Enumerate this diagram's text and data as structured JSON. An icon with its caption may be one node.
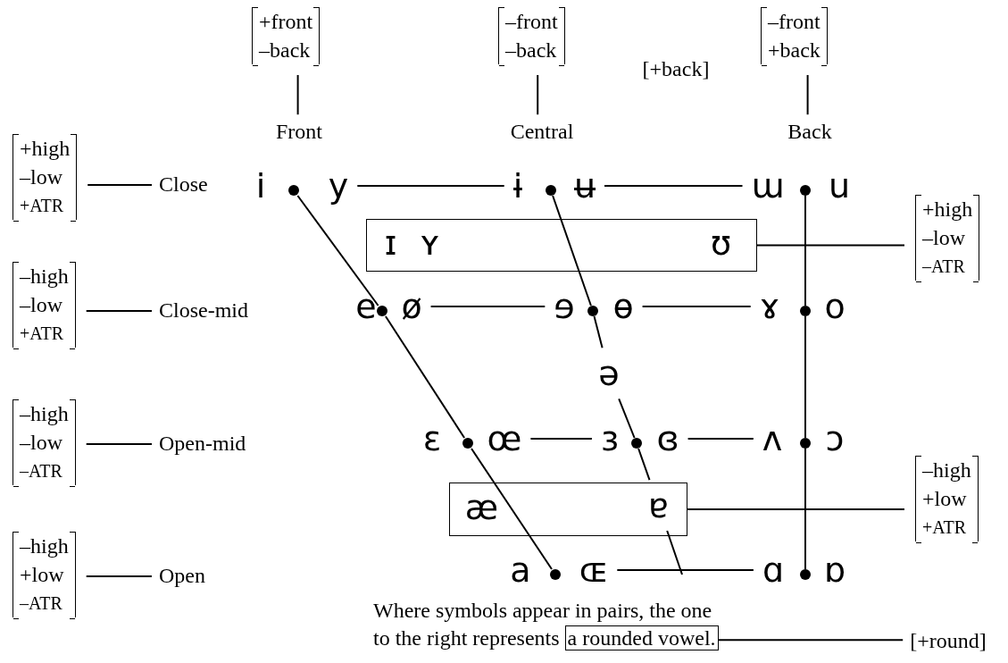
{
  "diagram": {
    "nodes": [
      {
        "text": [
          "+front",
          "–back"
        ]
      },
      {
        "text": [
          "Front"
        ]
      },
      {
        "text": [
          "–front",
          "–back"
        ]
      },
      {
        "text": [
          "Central"
        ]
      },
      {
        "text": [
          "–front",
          "+back"
        ]
      },
      {
        "text": [
          "Back"
        ]
      },
      {
        "text": [
          "+high",
          "–low",
          "+ATR"
        ]
      },
      {
        "text": [
          "Close"
        ]
      },
      {
        "text": [
          "–high",
          "–low",
          "+ATR"
        ]
      },
      {
        "text": [
          "Close-mid"
        ]
      },
      {
        "text": [
          "–high",
          "–low",
          "–ATR"
        ]
      },
      {
        "text": [
          "Open-mid"
        ]
      },
      {
        "text": [
          "–high",
          "+low",
          "–ATR"
        ]
      },
      {
        "text": [
          "Open"
        ]
      },
      {
        "text": [
          "i"
        ]
      },
      {
        "text": [],
        "shape": "circle"
      },
      {
        "text": [
          "y"
        ]
      },
      {
        "text": [
          "ɨ"
        ]
      },
      {
        "text": [],
        "shape": "circle"
      },
      {
        "text": [
          "ʉ"
        ]
      },
      {
        "text": [
          "ɯ"
        ]
      },
      {
        "text": [],
        "shape": "circle"
      },
      {
        "text": [
          "u"
        ]
      },
      {
        "text": [],
        "shape": "box"
      },
      {
        "text": [
          "ɪ"
        ],
        "in": 23
      },
      {
        "text": [
          "ʏ"
        ],
        "in": 23
      },
      {
        "text": [
          "ʊ"
        ],
        "in": 23
      },
      {
        "text": [
          "+high",
          "–low",
          "–ATR"
        ]
      },
      {
        "text": [
          "e"
        ]
      },
      {
        "text": [],
        "shape": "circle"
      },
      {
        "text": [
          "ø"
        ]
      },
      {
        "text": [
          "ɘ"
        ]
      },
      {
        "text": [],
        "shape": "circle"
      },
      {
        "text": [
          "ɵ"
        ]
      },
      {
        "text": [
          "ɤ"
        ]
      },
      {
        "text": [],
        "shape": "circle"
      },
      {
        "text": [
          "o"
        ]
      },
      {
        "text": [
          "ə"
        ]
      },
      {
        "text": [
          "ɛ"
        ]
      },
      {
        "text": [],
        "shape": "circle"
      },
      {
        "text": [
          "œ"
        ]
      },
      {
        "text": [
          "ɜ"
        ]
      },
      {
        "text": [],
        "shape": "circle"
      },
      {
        "text": [
          "ɞ"
        ]
      },
      {
        "text": [
          "ʌ"
        ]
      },
      {
        "text": [],
        "shape": "circle"
      },
      {
        "text": [
          "ɔ"
        ]
      },
      {
        "text": [
          "–high",
          "+low",
          "+ATR"
        ]
      },
      {
        "text": [],
        "shape": "box"
      },
      {
        "text": [
          "æ"
        ],
        "in": 48
      },
      {
        "text": [
          "ɐ"
        ],
        "in": 48
      },
      {
        "text": [
          "a"
        ]
      },
      {
        "text": [],
        "shape": "circle"
      },
      {
        "text": [
          "ɶ"
        ]
      },
      {
        "text": [
          "ɑ"
        ]
      },
      {
        "text": [],
        "shape": "circle"
      },
      {
        "text": [
          "ɒ"
        ]
      },
      {
        "text": [
          "a rounded vowel."
        ]
      },
      {
        "text": [
          "[+round]"
        ]
      }
    ],
    "edges": [
      {
        "from": 0,
        "to": 1,
        "arrow": "none"
      },
      {
        "from": 2,
        "to": 3,
        "arrow": "none"
      },
      {
        "from": 4,
        "to": 5,
        "arrow": "none"
      },
      {
        "from": 6,
        "to": 7,
        "arrow": "none"
      },
      {
        "from": 8,
        "to": 9,
        "arrow": "none"
      },
      {
        "from": 10,
        "to": 11,
        "arrow": "none"
      },
      {
        "from": 12,
        "to": 13,
        "arrow": "none"
      },
      {
        "from": 16,
        "to": 17,
        "arrow": "none"
      },
      {
        "from": 19,
        "to": 20,
        "arrow": "none"
      },
      {
        "from": 30,
        "to": 31,
        "arrow": "none"
      },
      {
        "from": 33,
        "to": 34,
        "arrow": "none"
      },
      {
        "from": 40,
        "to": 41,
        "arrow": "none"
      },
      {
        "from": 43,
        "to": 44,
        "arrow": "none"
      },
      {
        "from": 53,
        "to": 54,
        "arrow": "none"
      },
      {
        "from": 15,
        "to": 29,
        "arrow": "none"
      },
      {
        "from": 29,
        "to": 39,
        "arrow": "none"
      },
      {
        "from": 39,
        "to": 52,
        "arrow": "none"
      },
      {
        "from": 18,
        "to": 32,
        "arrow": "none"
      },
      {
        "from": 32,
        "to": 37,
        "arrow": "none"
      },
      {
        "from": 37,
        "to": 42,
        "arrow": "none"
      },
      {
        "from": 42,
        "to": 50,
        "arrow": "none"
      },
      {
        "from": 50,
        "to": null,
        "arrow": "none"
      },
      {
        "from": 21,
        "to": 35,
        "arrow": "none"
      },
      {
        "from": 35,
        "to": 45,
        "arrow": "none"
      },
      {
        "from": 45,
        "to": 55,
        "arrow": "none"
      },
      {
        "from": 23,
        "to": 27,
        "arrow": "none"
      },
      {
        "from": 48,
        "to": 47,
        "arrow": "none"
      },
      {
        "from": 57,
        "to": 58,
        "arrow": "none"
      }
    ],
    "labels": [
      "[+back]",
      "Where symbols appear in pairs, the one to the right represents"
    ]
  }
}
